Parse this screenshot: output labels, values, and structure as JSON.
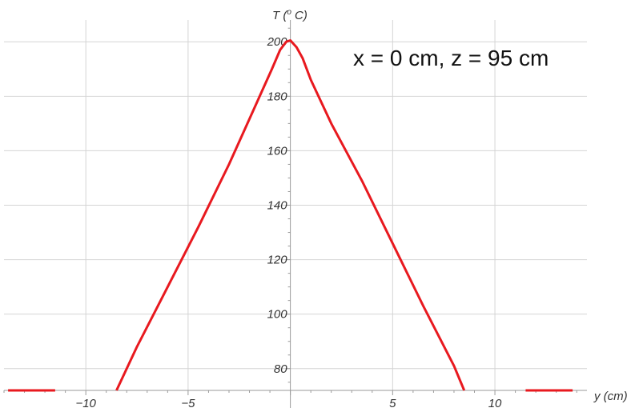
{
  "chart_data": {
    "type": "line",
    "title": "",
    "xlabel": "y (cm)",
    "ylabel": "T (°C)",
    "ylabel_parts": {
      "main": "T (",
      "sup": "o",
      "unit": " C)"
    },
    "annotation": "x = 0 cm, z = 95 cm",
    "xlim": [
      -14,
      14.5
    ],
    "ylim": [
      72,
      208
    ],
    "grid": true,
    "x_ticks": [
      {
        "value": -10,
        "label": "−10"
      },
      {
        "value": -5,
        "label": "−5"
      },
      {
        "value": 5,
        "label": "5"
      },
      {
        "value": 10,
        "label": "10"
      }
    ],
    "y_ticks": [
      {
        "value": 80,
        "label": "80"
      },
      {
        "value": 100,
        "label": "100"
      },
      {
        "value": 120,
        "label": "120"
      },
      {
        "value": 140,
        "label": "140"
      },
      {
        "value": 160,
        "label": "160"
      },
      {
        "value": 180,
        "label": "180"
      },
      {
        "value": 200,
        "label": "200"
      }
    ],
    "line_color": "#e8191f",
    "series": [
      {
        "x": [
          -8.5,
          -7.5,
          -6,
          -4.5,
          -3,
          -1.5,
          -0.9,
          -0.5,
          -0.2,
          0,
          0.3,
          0.6,
          1,
          2,
          3.5,
          5,
          6.5,
          8,
          8.5
        ],
        "y": [
          72,
          88,
          110,
          132,
          155,
          180,
          190,
          197,
          200,
          200.5,
          198,
          194,
          186,
          170,
          149,
          126,
          103,
          81,
          72
        ]
      },
      {
        "x": [
          -13.8,
          -11.5
        ],
        "y": [
          72,
          72
        ]
      },
      {
        "x": [
          11.5,
          13.8
        ],
        "y": [
          72,
          72
        ]
      }
    ]
  }
}
